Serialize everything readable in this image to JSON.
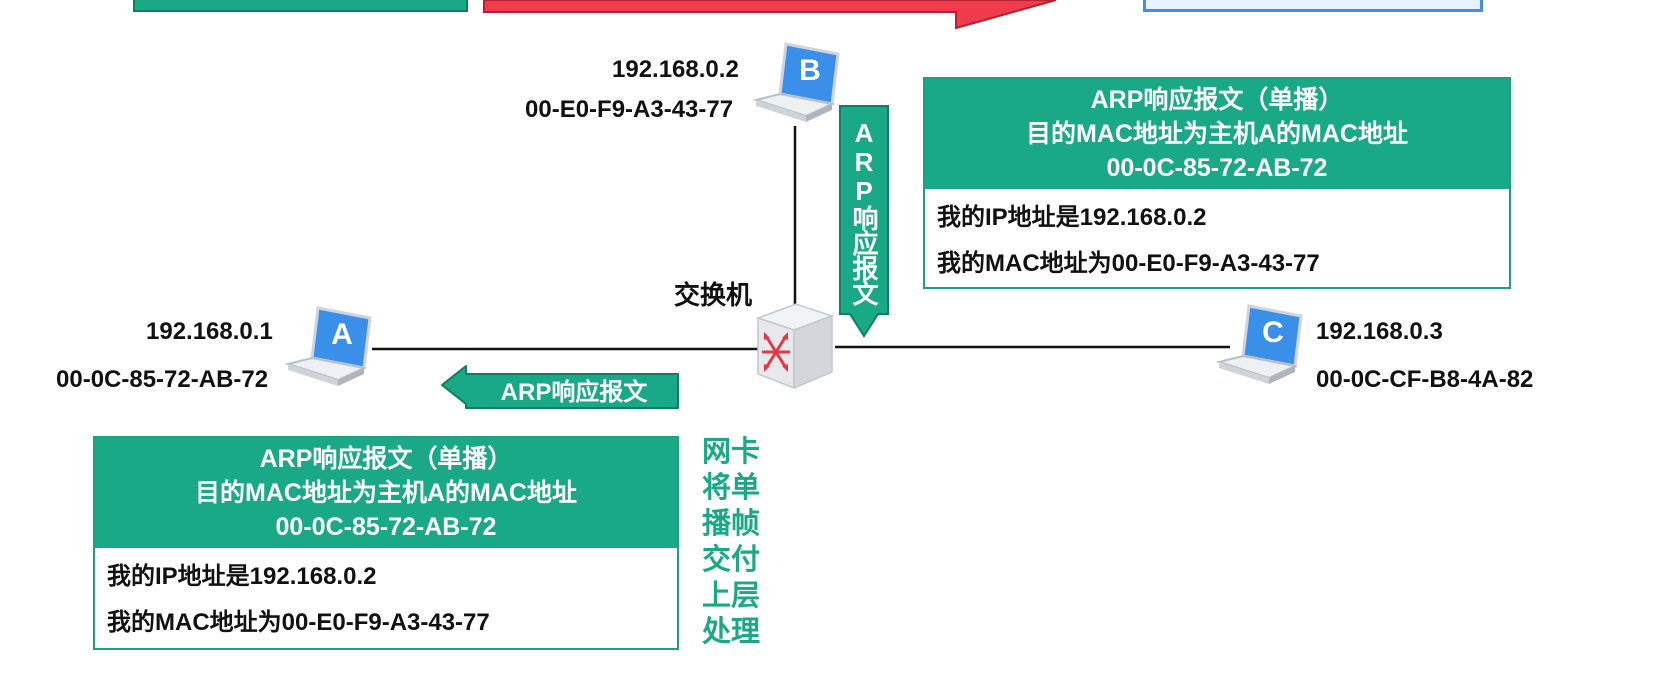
{
  "hosts": {
    "a": {
      "letter": "A",
      "ip": "192.168.0.1",
      "mac": "00-0C-85-72-AB-72"
    },
    "b": {
      "letter": "B",
      "ip": "192.168.0.2",
      "mac": "00-E0-F9-A3-43-77"
    },
    "c": {
      "letter": "C",
      "ip": "192.168.0.3",
      "mac": "00-0C-CF-B8-4A-82"
    }
  },
  "switch": {
    "label": "交换机"
  },
  "arrows": {
    "vertical_label": "ARP响应报文",
    "horizontal_label": "ARP响应报文"
  },
  "packet_top": {
    "head_line1": "ARP响应报文（单播）",
    "head_line2": "目的MAC地址为主机A的MAC地址",
    "head_line3": "00-0C-85-72-AB-72",
    "body_line1": "我的IP地址是192.168.0.2",
    "body_line2": "我的MAC地址为00-E0-F9-A3-43-77"
  },
  "packet_bottom": {
    "head_line1": "ARP响应报文（单播）",
    "head_line2": "目的MAC地址为主机A的MAC地址",
    "head_line3": "00-0C-85-72-AB-72",
    "body_line1": "我的IP地址是192.168.0.2",
    "body_line2": "我的MAC地址为00-E0-F9-A3-43-77"
  },
  "nic_note": [
    "网卡",
    "将单",
    "播帧",
    "交付",
    "上层",
    "处理"
  ],
  "colors": {
    "accent_green": "#1aa986",
    "banner_red": "#ef3b4a",
    "banner_blue": "#3f8fe6",
    "host_screen_blue": "#3a8fe8"
  }
}
